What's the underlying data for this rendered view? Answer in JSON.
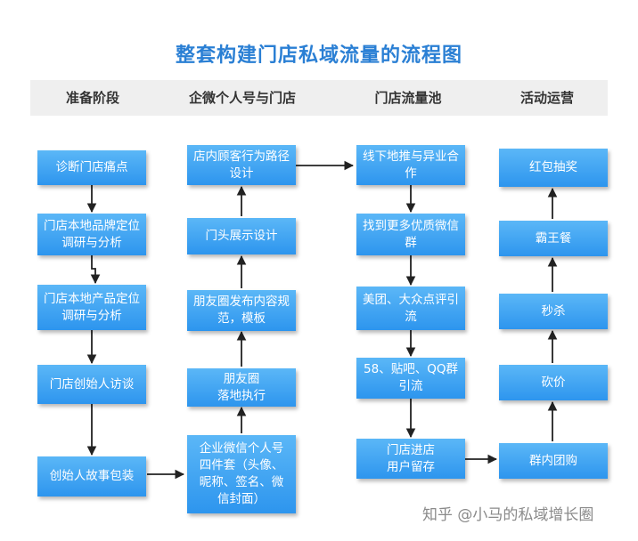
{
  "title": "整套构建门店私域流量的流程图",
  "phases": [
    "准备阶段",
    "企微个人号与门店",
    "门店流量池",
    "活动运营"
  ],
  "columns": {
    "prep": [
      "诊断门店痛点",
      "门店本地品牌定位调研与分析",
      "门店本地产品定位调研与分析",
      "门店创始人访谈",
      "创始人故事包装"
    ],
    "wecom": [
      "店内顾客行为路径设计",
      "门头展示设计",
      "朋友圈发布内容规范，模板",
      "朋友圈\n落地执行",
      "企业微信个人号四件套（头像、昵称、签名、微信封面）"
    ],
    "pool": [
      "线下地推与异业合作",
      "找到更多优质微信群",
      "美团、大众点评引流",
      "58、贴吧、QQ群引流",
      "门店进店\n用户留存"
    ],
    "ops": [
      "红包抽奖",
      "霸王餐",
      "秒杀",
      "砍价",
      "群内团购"
    ]
  },
  "colors": {
    "title": "#2a7fd4",
    "box_top": "#5bb7f7",
    "box_bottom": "#2d95ee",
    "arrow": "#222222",
    "phase_bar": "#efefef"
  },
  "watermark": "知乎 @小马的私域增长圈"
}
